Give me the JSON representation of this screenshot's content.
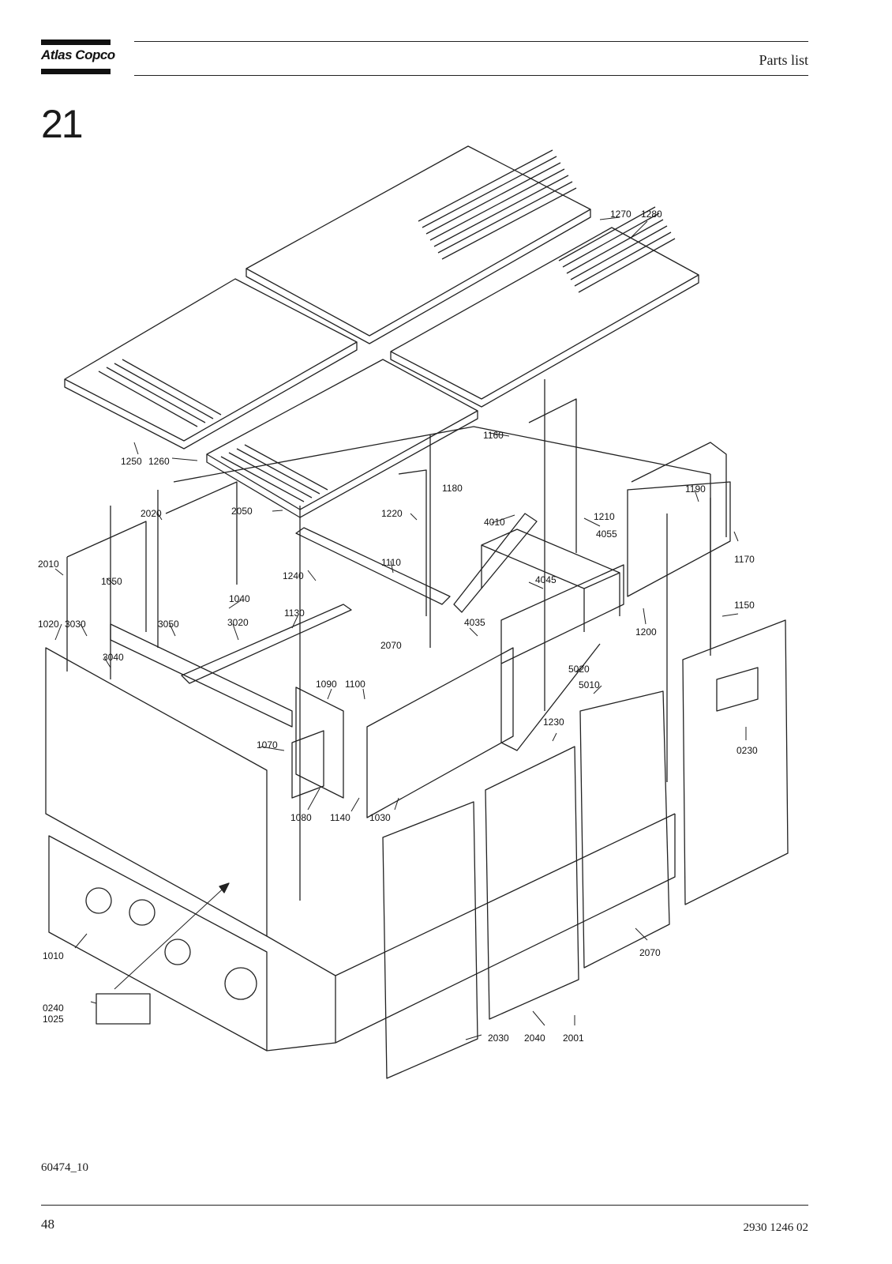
{
  "header": {
    "brand": "Atlas Copco",
    "section_title": "Parts list",
    "chapter_number": "21"
  },
  "figure": {
    "id": "60474_10",
    "callouts": [
      "1270",
      "1280",
      "1250",
      "1260",
      "1160",
      "1180",
      "1190",
      "2020",
      "2050",
      "1220",
      "4010",
      "1210",
      "4055",
      "2010",
      "1110",
      "1170",
      "1050",
      "1240",
      "4045",
      "1040",
      "1150",
      "1020",
      "3030",
      "1130",
      "3050",
      "3020",
      "4035",
      "1200",
      "2070",
      "3040",
      "5020",
      "5010",
      "1090",
      "1100",
      "1230",
      "0230",
      "1070",
      "1080",
      "1140",
      "1030",
      "2070",
      "1010",
      "0240",
      "1025",
      "2030",
      "2040",
      "2001"
    ]
  },
  "footer": {
    "page_number": "48",
    "document_number": "2930 1246 02"
  }
}
